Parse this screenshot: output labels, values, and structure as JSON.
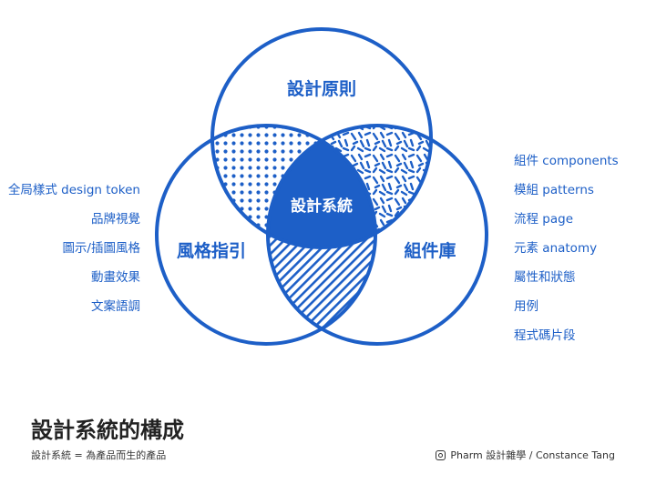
{
  "colors": {
    "primary": "#1d5fc7",
    "text": "#222222"
  },
  "circles": {
    "top": "設計原則",
    "left": "風格指引",
    "right": "組件庫",
    "center": "設計系統"
  },
  "left_items": [
    {
      "label": "全局樣式 design token"
    },
    {
      "label": "品牌視覺"
    },
    {
      "label": "圖示/插圖風格"
    },
    {
      "label": "動畫效果"
    },
    {
      "label": "文案語調"
    }
  ],
  "right_items": [
    {
      "label": "組件 components"
    },
    {
      "label": "模組 patterns"
    },
    {
      "label": "流程 page"
    },
    {
      "label": "元素 anatomy"
    },
    {
      "label": "屬性和狀態"
    },
    {
      "label": "用例"
    },
    {
      "label": "程式碼片段"
    }
  ],
  "footer": {
    "title": "設計系統的構成",
    "subtitle": "設計系統 = 為產品而生的產品",
    "credit": "Pharm 設計雜學 / Constance Tang"
  },
  "icons": {
    "credit_icon": "instagram-icon"
  }
}
